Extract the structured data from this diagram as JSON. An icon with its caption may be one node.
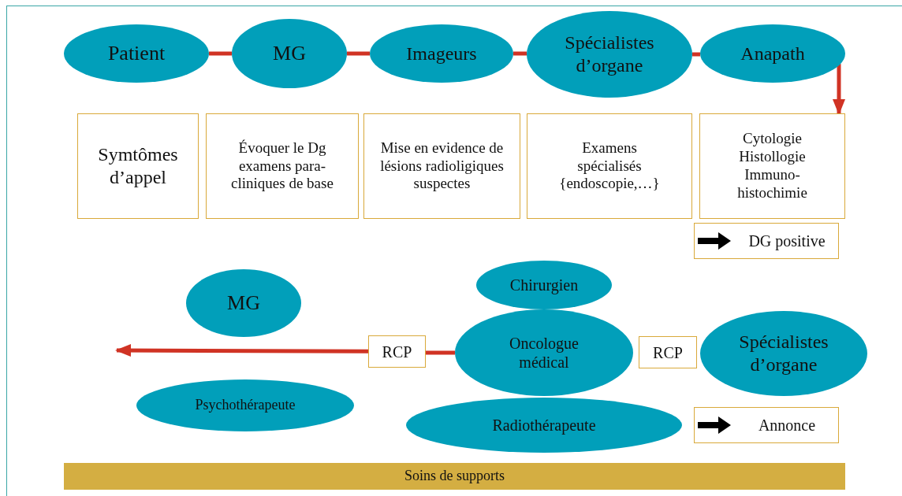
{
  "diagram": {
    "nodes": [
      {
        "text": [
          "Patient"
        ]
      },
      {
        "text": [
          "MG"
        ]
      },
      {
        "text": [
          "Imageurs"
        ]
      },
      {
        "text": [
          "Spécialistes d’organe"
        ]
      },
      {
        "text": [
          "Anapath"
        ]
      },
      {
        "text": [
          "Symtômes d’appel"
        ]
      },
      {
        "text": [
          "Évoquer le Dg examens para-cliniques de base"
        ]
      },
      {
        "text": [
          "Mise en evidence de lésions radioligiques suspectes"
        ]
      },
      {
        "text": [
          "Examens spécialisés {endoscopie,…}"
        ]
      },
      {
        "text": [
          "Cytologie Histollogie Immuno-histochimie"
        ]
      },
      {
        "text": [
          "DG positive"
        ]
      },
      {
        "text": [
          "Chirurgien"
        ]
      },
      {
        "text": [
          "MG"
        ]
      },
      {
        "text": [
          "RCP"
        ]
      },
      {
        "text": [
          "Oncologue médical"
        ]
      },
      {
        "text": [
          "RCP"
        ]
      },
      {
        "text": [
          "Spécialistes d’organe"
        ]
      },
      {
        "text": [
          "Psychothérapeute"
        ]
      },
      {
        "text": [
          "Radiothérapeute"
        ]
      },
      {
        "text": [
          "Annonce"
        ]
      },
      {
        "text": [
          "Soins de supports"
        ]
      }
    ],
    "edges": [
      {
        "from": 0,
        "to": 1,
        "arrow": "none"
      },
      {
        "from": 1,
        "to": 2,
        "arrow": "none"
      },
      {
        "from": 2,
        "to": 3,
        "arrow": "none"
      },
      {
        "from": 3,
        "to": 4,
        "arrow": "none"
      },
      {
        "from": 4,
        "to": 9,
        "arrow": "to"
      },
      {
        "from": 14,
        "to": 13,
        "arrow": "none"
      },
      {
        "from": 13,
        "to": null,
        "arrow": "to"
      }
    ]
  }
}
